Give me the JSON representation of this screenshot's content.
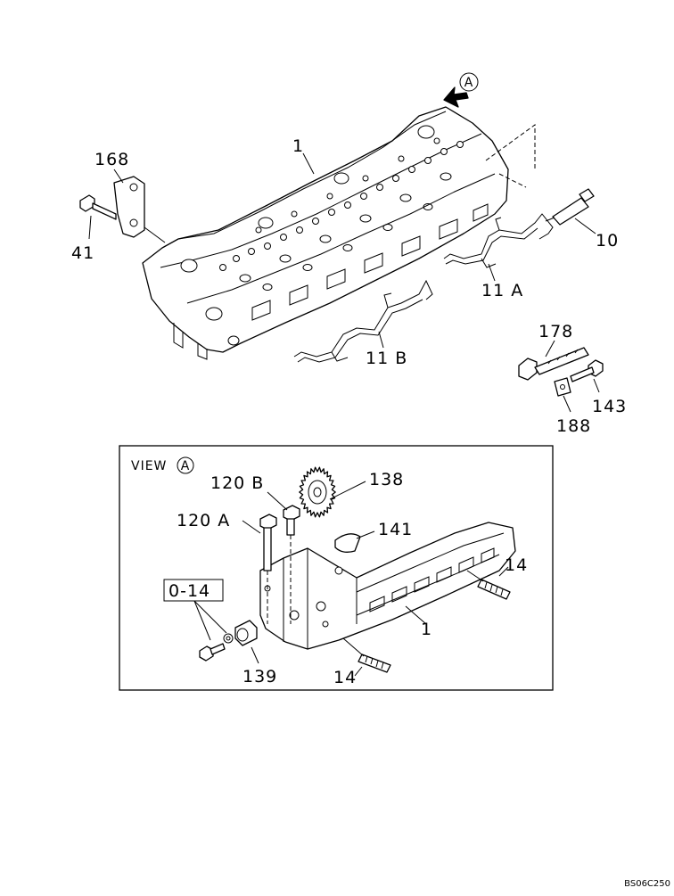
{
  "marker": "A",
  "labels": {
    "p1_top": "1",
    "p168": "168",
    "p41": "41",
    "p10": "10",
    "p11a": "11 A",
    "p11b": "11 B",
    "p178": "178",
    "p143": "143",
    "p188": "188"
  },
  "view": {
    "title": "VIEW",
    "marker": "A",
    "labels": {
      "p120b": "120 B",
      "p120a": "120 A",
      "p138": "138",
      "p141": "141",
      "p0_14": "0-14",
      "p14_right": "14",
      "p14_bottom": "14",
      "p1": "1",
      "p139": "139"
    }
  },
  "drawing_code": "BS06C250"
}
